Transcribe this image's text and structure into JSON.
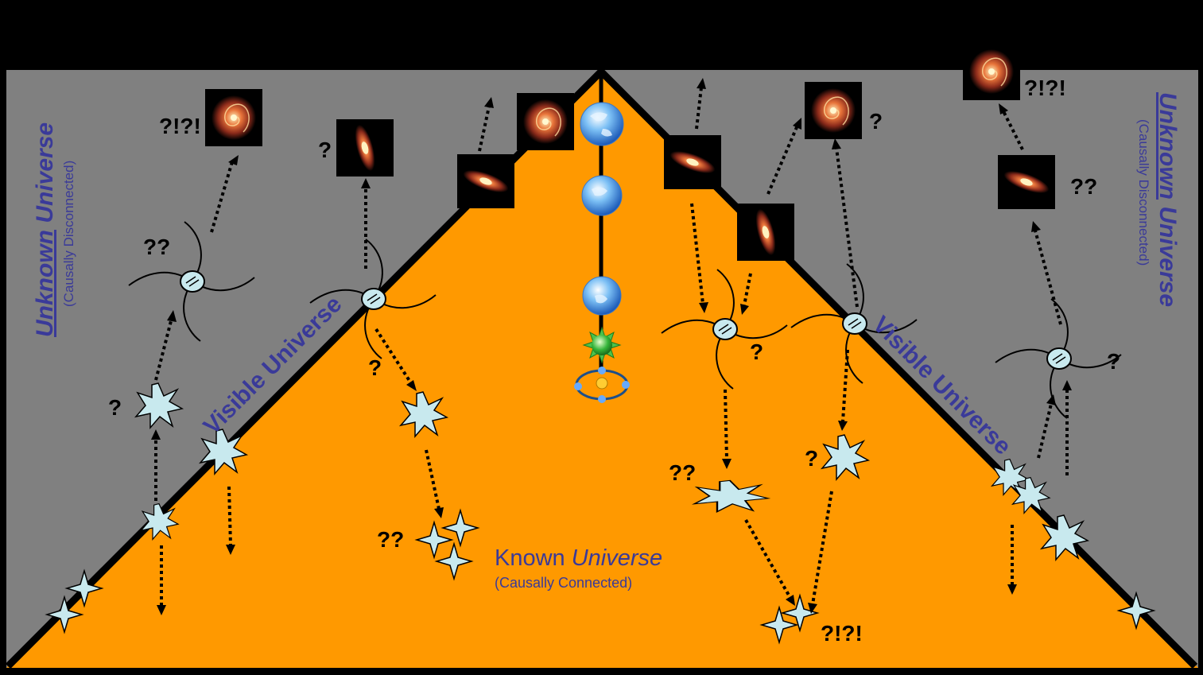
{
  "labels": {
    "visible_left": "Visible Universe",
    "visible_right": "Visible Universe",
    "unknown_left_word1": "Unknown",
    "unknown_left_word2": "Universe",
    "unknown_left_sub": "(Causally Disconnected)",
    "unknown_right_word1": "Unknown",
    "unknown_right_word2": "Universe",
    "unknown_right_sub": "(Causally Disconnected)",
    "known_word1": "Known",
    "known_word2": "Universe",
    "known_sub": "(Causally Connected)"
  },
  "marks": {
    "q1": "?!?!",
    "q2": "??",
    "q3": "?",
    "q4": "?",
    "q5": "?",
    "q6": "??",
    "q7": "??",
    "q8": "?",
    "q9": "??",
    "q10": "?",
    "q11": "?",
    "q12": "??",
    "q13": "?!?!",
    "q14": "?!?!",
    "q15": "??",
    "q16": "?"
  },
  "colors": {
    "background": "#000000",
    "outer_region": "#808080",
    "known_region": "#ff9900",
    "text_accent": "#3a3a99",
    "object_fill": "#c8e9ee"
  },
  "icons": [
    "galaxy-spiral-icon",
    "earth-globe-icon",
    "sun-burst-icon",
    "orbit-icon",
    "black-hole-icon",
    "supernova-burst-icon",
    "star-icon"
  ]
}
